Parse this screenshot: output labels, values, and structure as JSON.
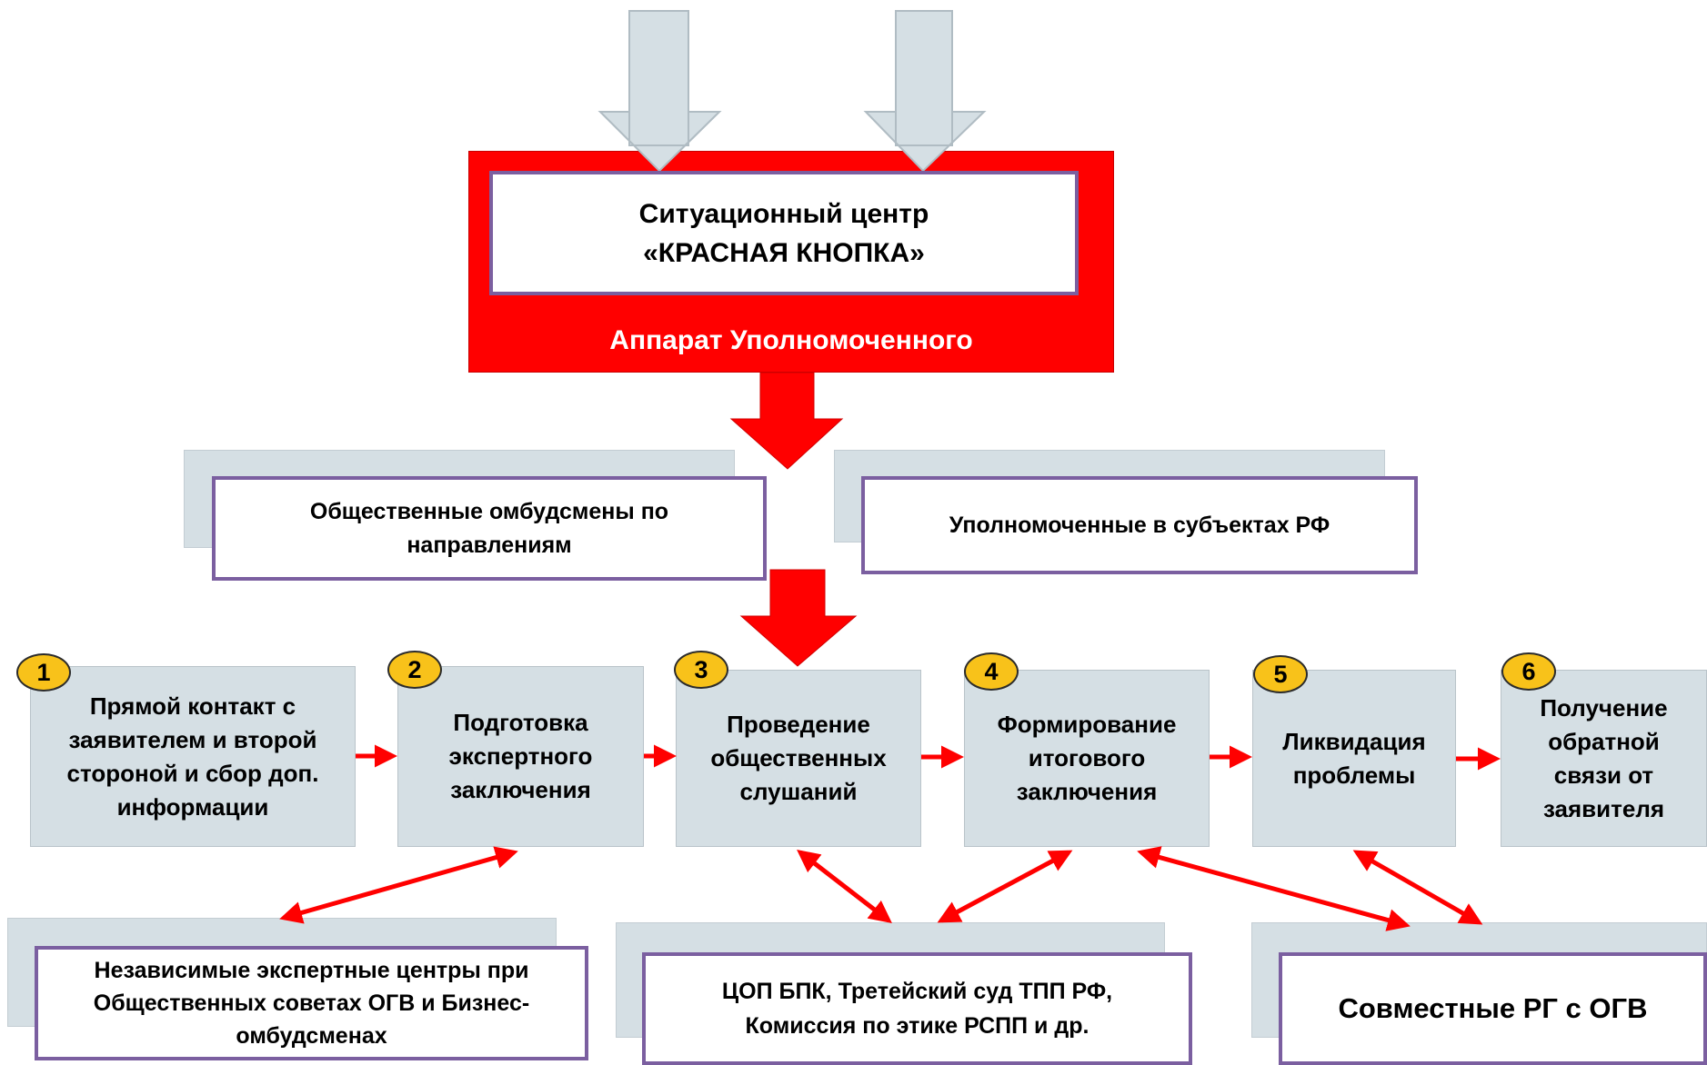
{
  "center": {
    "title": "Ситуационный центр\n«КРАСНАЯ КНОПКА»",
    "subtitle": "Аппарат Уполномоченного"
  },
  "mid_boxes": {
    "left": "Общественные омбудсмены по\nнаправлениям",
    "right": "Уполномоченные в субъектах РФ"
  },
  "steps": [
    {
      "number": "1",
      "label": "Прямой контакт с\nзаявителем и второй\nстороной и сбор доп.\nинформации"
    },
    {
      "number": "2",
      "label": "Подготовка\nэкспертного\nзаключения"
    },
    {
      "number": "3",
      "label": "Проведение\nобщественных\nслушаний"
    },
    {
      "number": "4",
      "label": "Формирование\nитогового\nзаключения"
    },
    {
      "number": "5",
      "label": "Ликвидация\nпроблемы"
    },
    {
      "number": "6",
      "label": "Получение\nобратной\nсвязи от\nзаявителя"
    }
  ],
  "bottom_boxes": {
    "left": "Независимые экспертные центры при\nОбщественных советах ОГВ и Бизнес-\nомбудсменах",
    "center": "ЦОП БПК, Третейский суд ТПП РФ,\nКомиссия по этике РСПП и др.",
    "right": "Совместные РГ с ОГВ"
  },
  "colors": {
    "red": "#ff0000",
    "gray_fill": "#d5dfe4",
    "purple_border": "#7b5fa0",
    "badge": "#f8c21a"
  }
}
